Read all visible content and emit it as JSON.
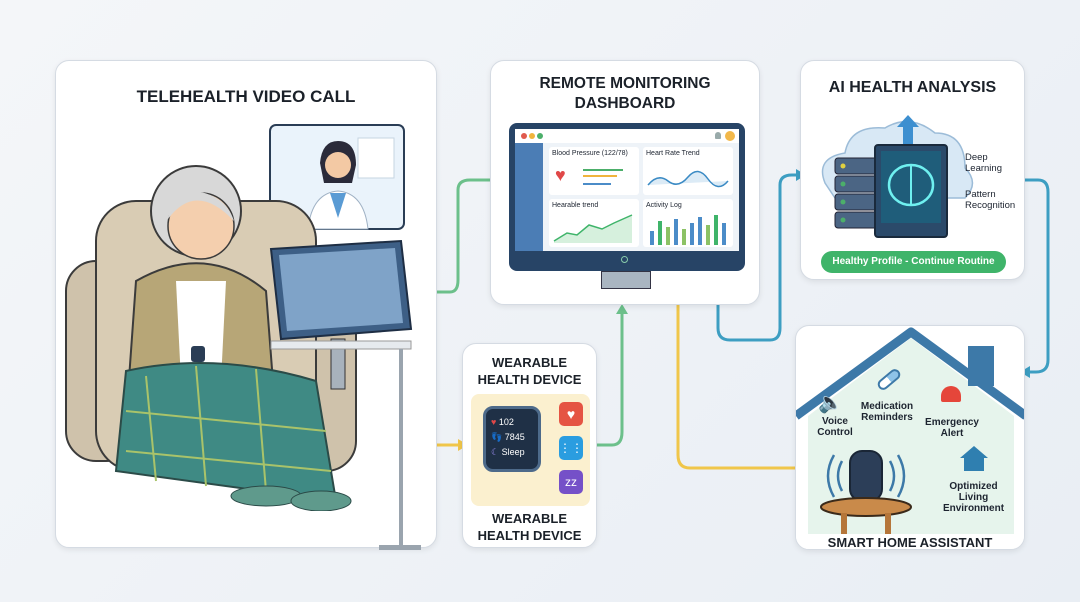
{
  "telehealth": {
    "title": "TELEHEALTH VIDEO CALL"
  },
  "dashboard": {
    "title_line1": "REMOTE MONITORING",
    "title_line2": "DASHBOARD",
    "cards": [
      {
        "label": "Blood Pressure (122/78)"
      },
      {
        "label": "Heart Rate Trend"
      },
      {
        "label": "Hearable trend"
      },
      {
        "label": "Activity Log"
      }
    ]
  },
  "ai": {
    "title": "AI HEALTH ANALYSIS",
    "labels": [
      "Deep Learning",
      "Pattern Recognition"
    ],
    "status": "Healthy Profile - Continue Routine"
  },
  "wearable": {
    "title_top": "WEARABLE HEALTH DEVICE",
    "title_bottom": "WEARABLE HEALTH DEVICE",
    "heart_rate": "102",
    "steps": "7845",
    "sleep": "Sleep"
  },
  "smarthome": {
    "title": "SMART HOME ASSISTANT",
    "features": [
      "Voice Control",
      "Medication Reminders",
      "Emergency Alert",
      "Optimized Living Environment"
    ]
  },
  "colors": {
    "green_arrow": "#6cc08b",
    "yellow_arrow": "#f0c64a",
    "teal_arrow": "#3d9ec2",
    "status_green": "#3fb46a"
  }
}
